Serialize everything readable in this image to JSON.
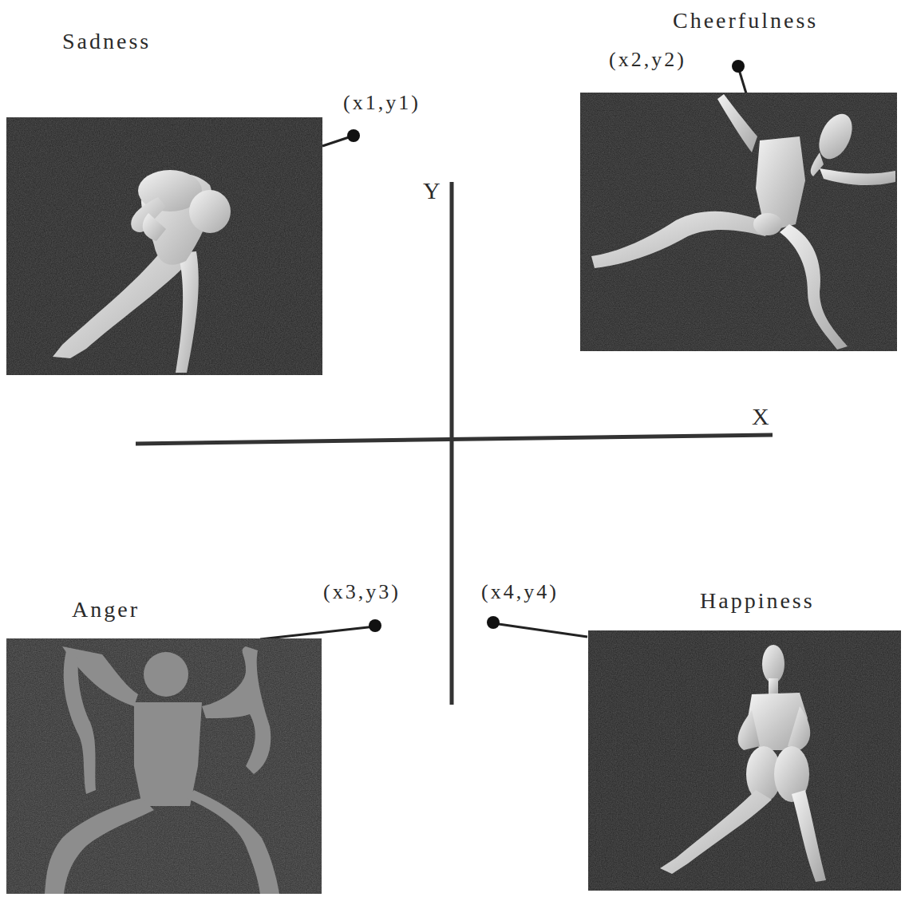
{
  "diagram": {
    "nodes": [
      {
        "text": [
          "Sadness"
        ]
      },
      {
        "text": [
          "Cheerfulness"
        ]
      },
      {
        "text": [
          "Anger"
        ]
      },
      {
        "text": [
          "Happiness"
        ]
      }
    ],
    "labels": [
      "(x1,y1)",
      "(x2,y2)",
      "(x3,y3)",
      "(x4,y4)",
      "Y",
      "X"
    ]
  }
}
